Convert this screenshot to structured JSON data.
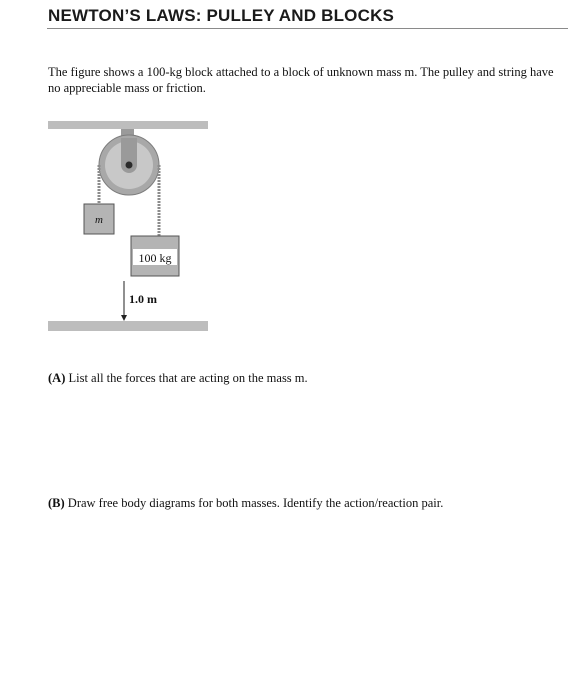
{
  "header": {
    "title": "NEWTON’S LAWS: PULLEY AND BLOCKS"
  },
  "problem": {
    "intro": "The figure shows a 100-kg block attached to a block of unknown mass m. The pulley and string have no appreciable mass or friction."
  },
  "figure": {
    "mass_unknown_label": "m",
    "mass_known_label": "100 kg",
    "height_label": "1.0 m"
  },
  "questions": [
    {
      "tag": "(A)",
      "text": "List all the forces that are acting on the mass m."
    },
    {
      "tag": "(B)",
      "text": "Draw free body diagrams for both masses. Identify the action/reaction pair."
    }
  ]
}
